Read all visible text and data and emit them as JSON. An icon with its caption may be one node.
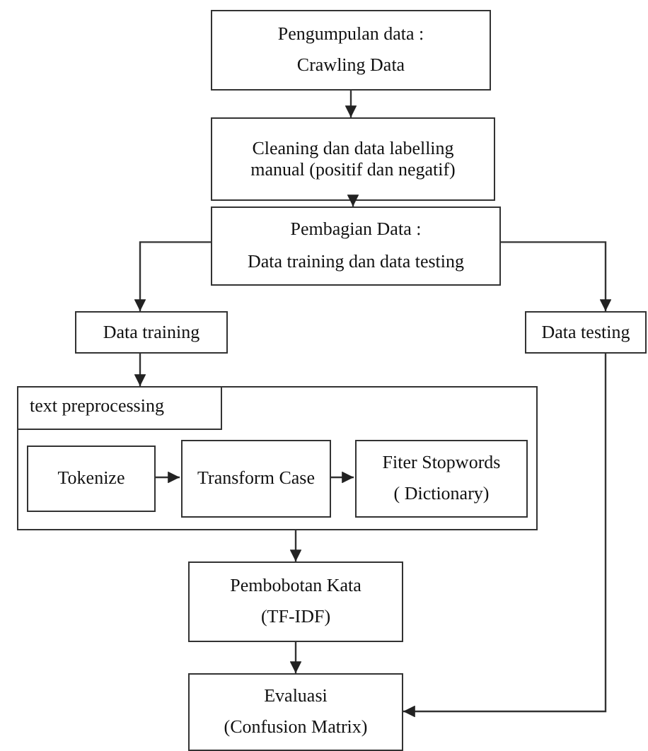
{
  "diagram": {
    "nodes": [
      {
        "text": [
          "Pengumpulan data :",
          "Crawling Data"
        ]
      },
      {
        "text": [
          "Cleaning dan data labelling manual (positif dan negatif)"
        ]
      },
      {
        "text": [
          "Pembagian Data :",
          "Data training dan data testing"
        ]
      },
      {
        "text": [
          "Data training"
        ]
      },
      {
        "text": [
          "Data testing"
        ]
      },
      {
        "text": [
          "text preprocessing"
        ]
      },
      {
        "text": [
          "Tokenize"
        ],
        "in": 5
      },
      {
        "text": [
          "Transform Case"
        ],
        "in": 5
      },
      {
        "text": [
          "Fiter Stopwords",
          "( Dictionary)"
        ],
        "in": 5
      },
      {
        "text": [
          "Pembobotan Kata",
          "(TF-IDF)"
        ]
      },
      {
        "text": [
          "Evaluasi",
          "(Confusion Matrix)"
        ]
      }
    ],
    "edges": [
      {
        "from": 0,
        "to": 1,
        "arrow": "to"
      },
      {
        "from": 1,
        "to": 2,
        "arrow": "to"
      },
      {
        "from": 2,
        "to": 3,
        "arrow": "to"
      },
      {
        "from": 2,
        "to": 4,
        "arrow": "to"
      },
      {
        "from": 3,
        "to": 5,
        "arrow": "to"
      },
      {
        "from": 6,
        "to": 7,
        "arrow": "to"
      },
      {
        "from": 7,
        "to": 8,
        "arrow": "to"
      },
      {
        "from": 5,
        "to": 9,
        "arrow": "to"
      },
      {
        "from": 9,
        "to": 10,
        "arrow": "to"
      },
      {
        "from": 4,
        "to": 10,
        "arrow": "to"
      }
    ]
  }
}
